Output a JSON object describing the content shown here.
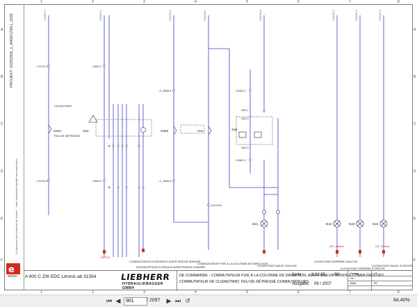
{
  "sheet": {
    "columns": [
      "1",
      "2",
      "3",
      "4",
      "5",
      "6",
      "7",
      "8"
    ],
    "rows": [
      "A",
      "B",
      "C",
      "D",
      "E",
      "F"
    ],
    "left_strip": {
      "project": "PROJEKT: 10291856_1_A900CZWLI_1030",
      "notice": "Ce document est la propriété de Liebherr ... toute reproduction interdite sans autorisation"
    }
  },
  "diagram": {
    "wire_labels": [
      "X31/67.1",
      "X31/67.2",
      "X31/34.1",
      "X31/58.1",
      "X31/58.2",
      "X31/38.4",
      "X31/45.1",
      "X31/45.2",
      "X31/45.3"
    ],
    "connectors": [
      "-X1279.1",
      "-X369.1",
      "-X_S266.1",
      "-X1182.1",
      "-X1279.2",
      "-X369.2",
      "-X_S266.2",
      "-X1182.2",
      "-X1279.B"
    ],
    "components": {
      "k244": "-K244",
      "s44": "-S44",
      "s266": "-S266",
      "s41": "-S41",
      "s32": "-S32",
      "s32_1": "-S32.1",
      "s32_2": "-S32.2",
      "s32_3": "-S32.3",
      "e21": "-E21",
      "e22": "-E22",
      "e23": "-E23",
      "e24": "-E24"
    },
    "captions": {
      "clignotant": "CLIGNOTANT",
      "feu_detresse": "FEU DE DÉTRESSE",
      "commutateur_avertisseur": "COMMUTATEUR D'URGENCE AVERTISSEUR SONORE",
      "interrupteur_pedale": "INTERRUPTEUR À PÉDALE AVERTISSEUR SONORE",
      "commutateur_colonne": "COMMUTATEUR FIXÉ À LA COLONNE DE DIRECTION",
      "clignotant_avant_gauche": "CLIGNOTANT AVANT GAUCHE",
      "clignotant_arriere_gauche": "CLIGNOTANT ARRIÈRE GAUCHE",
      "clignotant_avant_droite": "CLIGNOTANT AVANT À DROITE",
      "clignotant_arriere_droite": "CLIGNOTANT ARRIÈRE À DROITE",
      "ref_e": "AIP_Ballast",
      "ground": "X/PE/31"
    }
  },
  "title_block": {
    "machine": "A 900 C ZW EDC Litronic ab 31354",
    "logo_main": "LIEBHERR",
    "logo_sub": "HYDRAULIKBAGGER GMBH",
    "title_line1": "DE COMMANDE - COMMUTATEUR FIXÉ À LA COLONNE DE DIRECTION, AVERTISSEUR SONORE COMMUTATEURS",
    "title_line2": "COMMUTATEUR DE CLIGNOTANT, FEU DE DÉTRESSE COMMUTATEURS",
    "seite_label": "Seite",
    "seite_value": "8.02.55",
    "seite_of": "/90",
    "ausgabe_label": "Ausgabe:",
    "ausgabe_value": "09 / 2007",
    "anlage_label": "Anlage",
    "anlage_value": "+D",
    "ort_label": "Ort",
    "ort_value": "",
    "blatt_label": "Blatt",
    "blatt_value": "55",
    "brand_small": "series"
  },
  "viewer": {
    "page_current": "901",
    "page_total": "/ 2097",
    "zoom": "84,40%"
  }
}
